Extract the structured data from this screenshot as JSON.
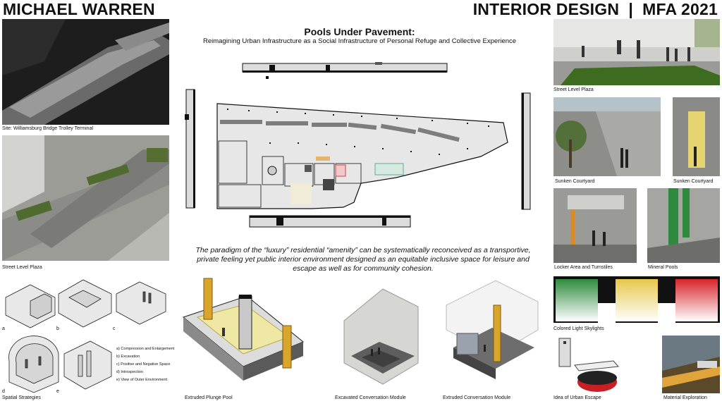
{
  "header": {
    "name": "MICHAEL WARREN",
    "program": "INTERIOR DESIGN  |  MFA 2021"
  },
  "project": {
    "title": "Pools Under Pavement:",
    "subtitle": "Reimagining Urban Infrastructure as a Social Infrastructure of Personal Refuge and Collective Experience",
    "statement": "The paradigm of the “luxury” residential “amenity” can be systematically reconceived as a transportive, private feeling yet public interior environment designed as an equitable inclusive space for leisure and escape as well as for community cohesion."
  },
  "captions": {
    "site": "Site: Williamsburg Bridge Trolley Terminal",
    "street_plaza_left": "Street Level Plaza",
    "spatial": "Spatial Strategies",
    "plunge": "Extruded Plunge Pool",
    "excavated": "Excavated Conversation Module",
    "extruded_conv": "Extruded Conversation Module",
    "street_plaza_right": "Street Level Plaza",
    "sunken1": "Sunken Courtyard",
    "sunken2": "Sunken Courtyard",
    "locker": "Locker Area and Turnstiles",
    "mineral": "Mineral Pools",
    "skylights": "Colored Light Skylights",
    "urban_escape": "Idea of Urban Escape",
    "material": "Material Exploration"
  },
  "spatial_letters": [
    "a",
    "b",
    "c",
    "d",
    "e"
  ],
  "strategies": [
    "a) Compression and Enlargement",
    "b) Excavation",
    "c) Positive and Negative Space",
    "d) Introspection",
    "e) View of Outer Environment"
  ],
  "colors": {
    "green": "#2e8b3e",
    "yellow": "#e7c84a",
    "red": "#d8242a",
    "wood": "#d9a52a"
  }
}
